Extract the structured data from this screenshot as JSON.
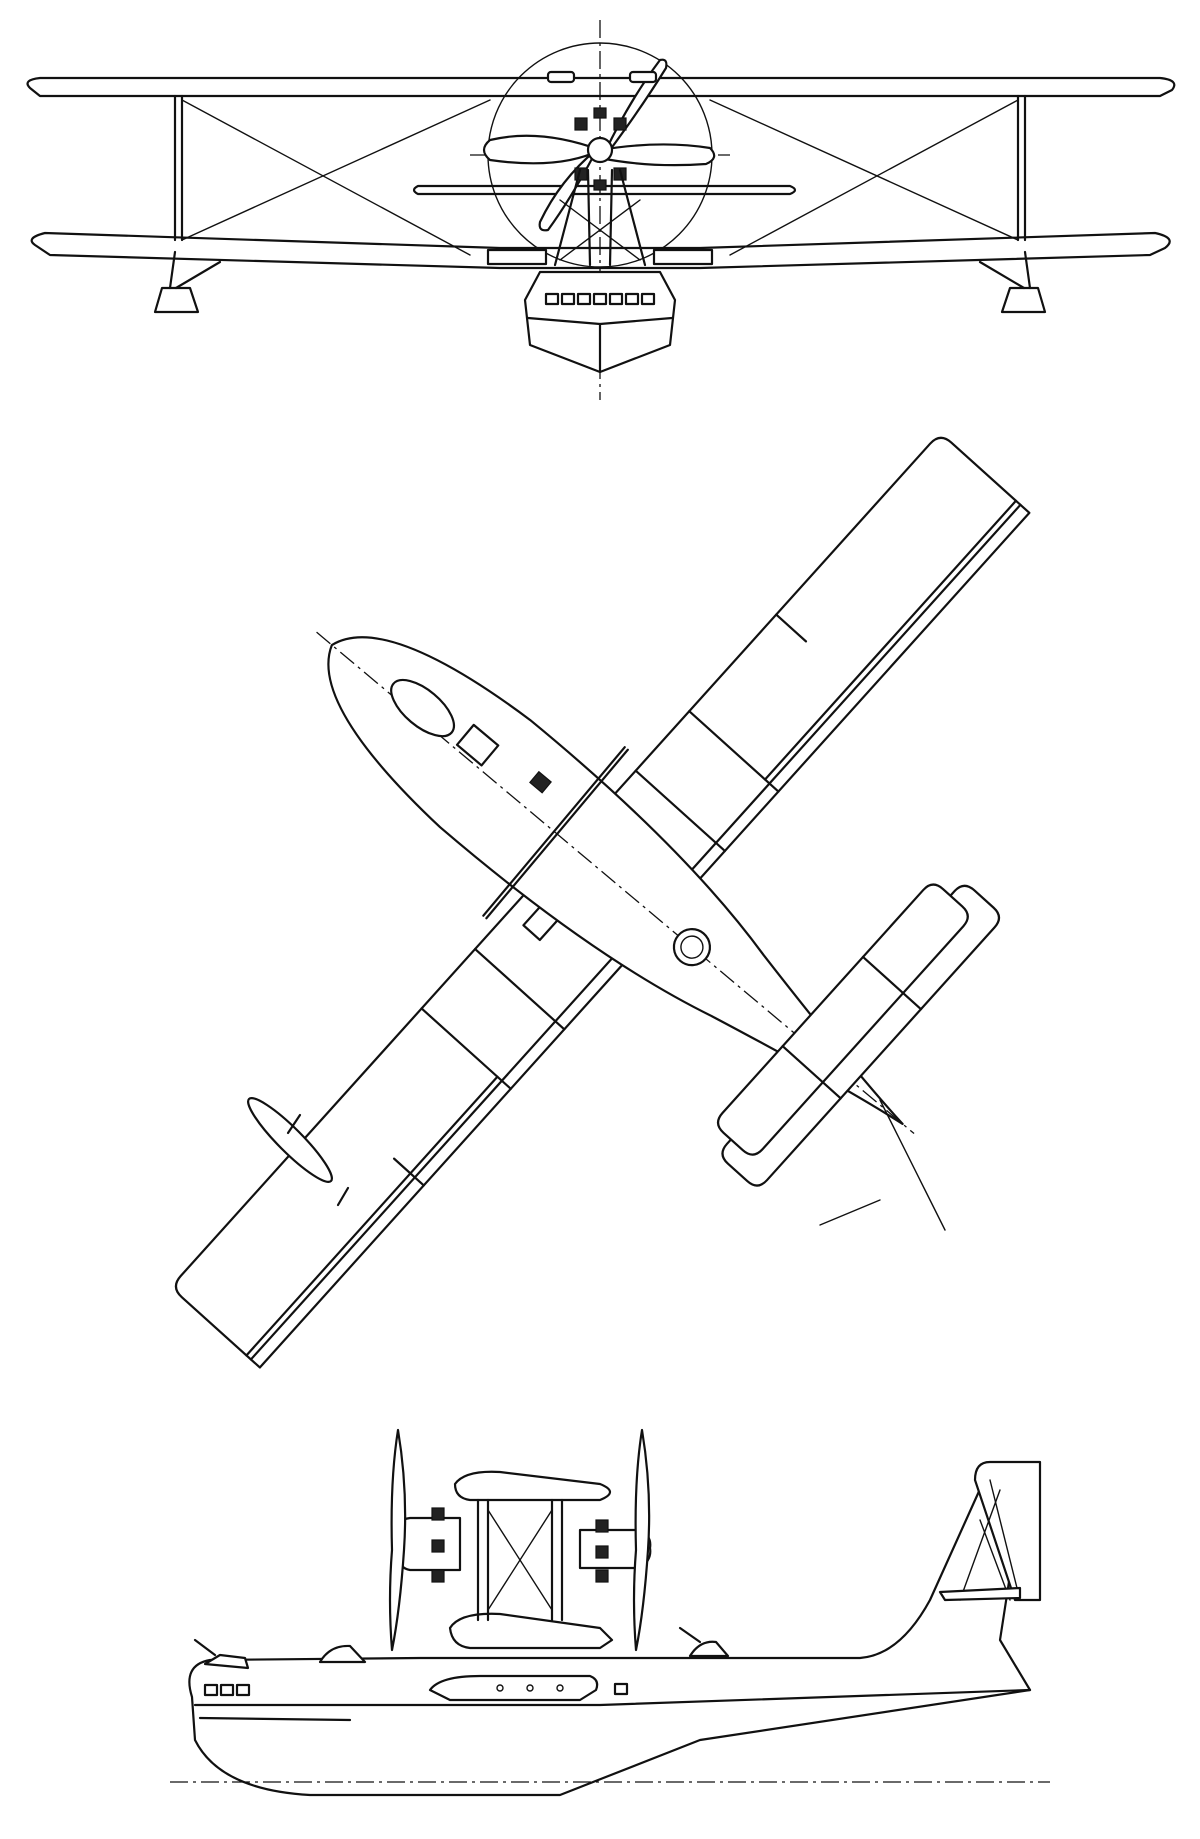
{
  "drawing": {
    "views": [
      "front",
      "plan",
      "side"
    ],
    "line_color": "#111111",
    "background": "#ffffff"
  }
}
